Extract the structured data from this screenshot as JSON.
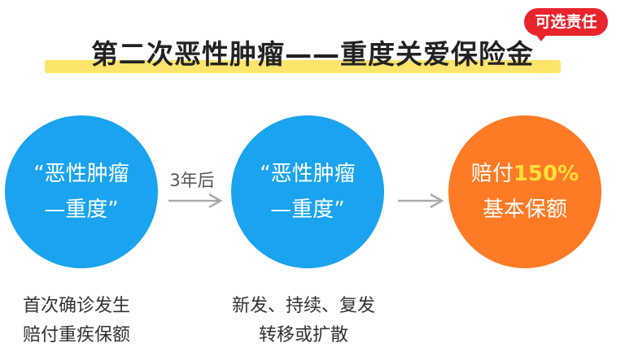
{
  "header": {
    "title": "第二次恶性肿瘤——重度关爱保险金",
    "badge": "可选责任"
  },
  "steps": {
    "first": {
      "line1": "“恶性肿瘤",
      "line2": "—重度”"
    },
    "arrow_label": "3年后",
    "second": {
      "line1": "“恶性肿瘤",
      "line2": "—重度”"
    },
    "result": {
      "line1_prefix": "赔付",
      "line1_highlight": "150%",
      "line2": "基本保额"
    }
  },
  "captions": {
    "first": {
      "line1": "首次确诊发生",
      "line2": "赔付重疾保额"
    },
    "second": {
      "line1": "新发、持续、复发",
      "line2": "转移或扩散"
    }
  },
  "colors": {
    "blue_circle": "#1aa3ee",
    "orange_circle": "#ff7a24",
    "badge": "#e8242c",
    "highlight": "#ffe03a",
    "title_underline": "#fde46a"
  }
}
